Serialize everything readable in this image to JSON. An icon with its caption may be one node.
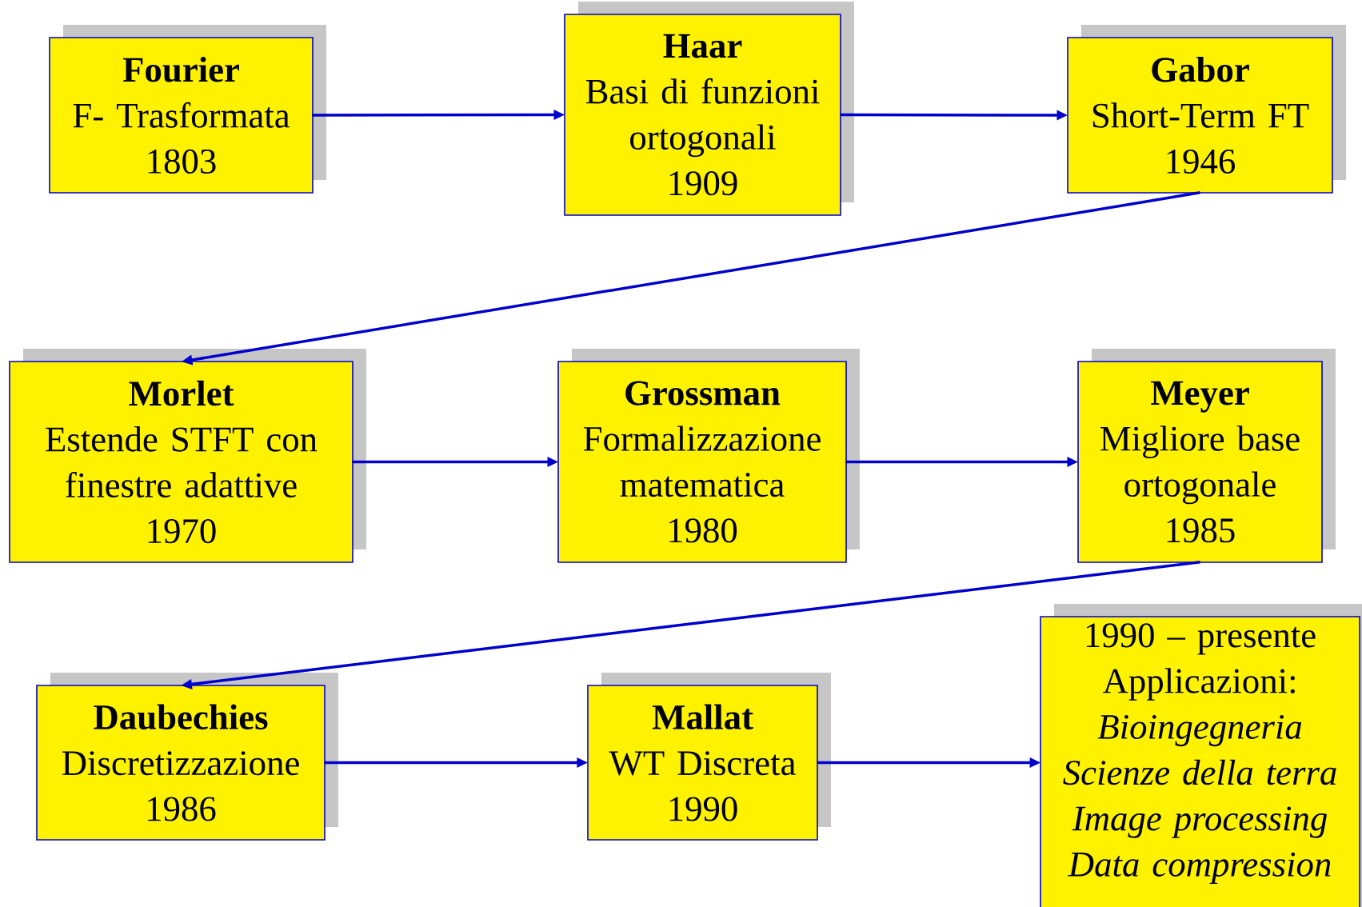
{
  "diagram": {
    "nodes": [
      {
        "text": [
          "Fourier",
          "F- Trasformata",
          "1803"
        ]
      },
      {
        "text": [
          "Haar",
          "Basi di funzioni ortogonali",
          "1909"
        ]
      },
      {
        "text": [
          "Gabor",
          "Short-Term FT",
          "1946"
        ]
      },
      {
        "text": [
          "Morlet",
          "Estende STFT con finestre adattive",
          "1970"
        ]
      },
      {
        "text": [
          "Grossman",
          "Formalizzazione matematica",
          "1980"
        ]
      },
      {
        "text": [
          "Meyer",
          "Migliore base ortogonale",
          "1985"
        ]
      },
      {
        "text": [
          "Daubechies",
          "Discretizzazione",
          "1986"
        ]
      },
      {
        "text": [
          "Mallat",
          "WT Discreta",
          "1990"
        ]
      },
      {
        "text": [
          "1990 – presente",
          "Applicazioni:",
          "Bioingegneria",
          "Scienze della terra",
          "Image processing",
          "Data compression"
        ]
      }
    ],
    "edges": [
      {
        "from": 0,
        "to": 1,
        "arrow": "to"
      },
      {
        "from": 1,
        "to": 2,
        "arrow": "to"
      },
      {
        "from": 2,
        "to": 3,
        "arrow": "to"
      },
      {
        "from": 3,
        "to": 4,
        "arrow": "to"
      },
      {
        "from": 4,
        "to": 5,
        "arrow": "to"
      },
      {
        "from": 5,
        "to": 6,
        "arrow": "to"
      },
      {
        "from": 6,
        "to": 7,
        "arrow": "to"
      },
      {
        "from": 7,
        "to": 8,
        "arrow": "to"
      }
    ]
  }
}
